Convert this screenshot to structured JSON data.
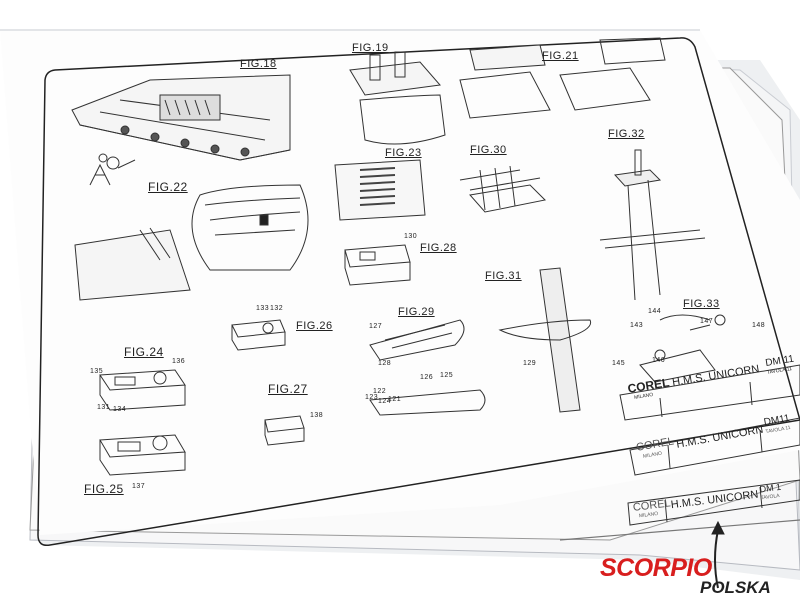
{
  "figure_labels": {
    "fig18": "FIG.18",
    "fig19": "FIG.19",
    "fig21": "FIG.21",
    "fig22": "FIG.22",
    "fig23": "FIG.23",
    "fig24": "FIG.24",
    "fig25": "FIG.25",
    "fig26": "FIG.26",
    "fig27": "FIG.27",
    "fig28": "FIG.28",
    "fig29": "FIG.29",
    "fig30": "FIG.30",
    "fig31": "FIG.31",
    "fig32": "FIG.32",
    "fig33": "FIG.33"
  },
  "title_blocks": [
    {
      "maker": "COREL",
      "city": "MILANO",
      "model": "H.M.S. UNICORN",
      "sheet": "DM 11",
      "table": "TAVOLA 11"
    },
    {
      "maker": "COREL",
      "city": "MILANO",
      "model": "H.M.S. UNICORN",
      "sheet": "DM11",
      "table": "TAVOLA 11"
    },
    {
      "maker": "COREL",
      "city": "MILANO",
      "model": "H.M.S. UNICORN",
      "sheet": "DM 1",
      "table": "TAVOLA"
    }
  ],
  "part_numbers": [
    "121",
    "122",
    "123",
    "124",
    "125",
    "126",
    "127",
    "128",
    "129",
    "130",
    "131",
    "132",
    "133",
    "134",
    "135",
    "136",
    "137",
    "138",
    "143",
    "144",
    "145",
    "146",
    "147",
    "148"
  ],
  "watermark": {
    "main": "SCORPIO",
    "sub": "POLSKA",
    "main_color": "#d81e1e"
  },
  "colors": {
    "paper": "#fdfdfd",
    "line": "#333333",
    "shadow": "#d9dadf"
  }
}
